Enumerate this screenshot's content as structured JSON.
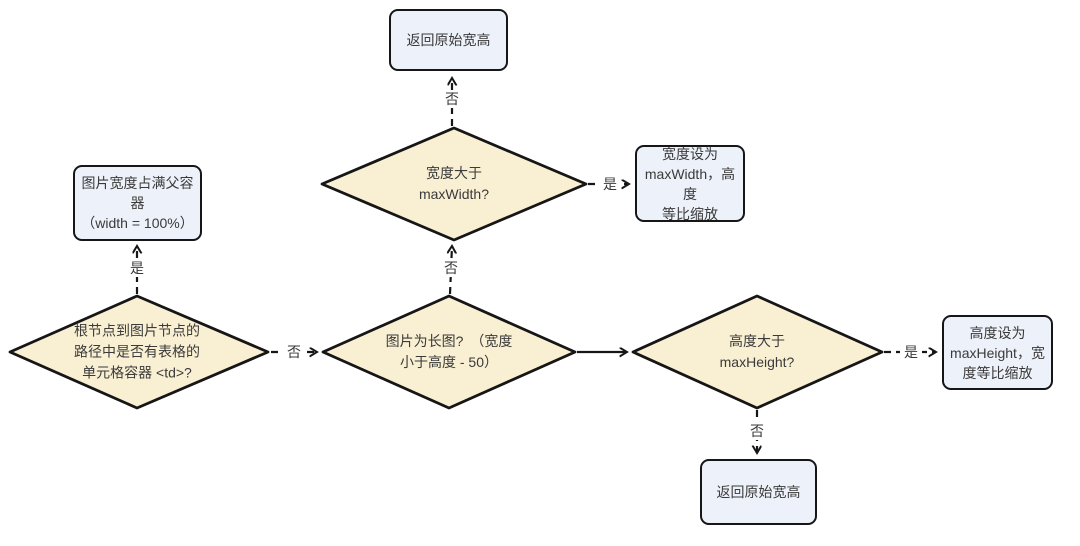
{
  "diagram": {
    "nodes": {
      "top_rect": {
        "type": "process",
        "label": "返回原始宽高"
      },
      "top_diamond": {
        "type": "decision",
        "label": "宽度大于\nmaxWidth?"
      },
      "top_right_rect": {
        "type": "process",
        "label": "宽度设为\nmaxWidth，高度\n等比缩放"
      },
      "left_rect": {
        "type": "process",
        "label": "图片宽度占满父容器\n（width = 100%）"
      },
      "left_diamond": {
        "type": "decision",
        "label": "根节点到图片节点的\n路径中是否有表格的\n单元格容器 <td>?"
      },
      "mid_diamond": {
        "type": "decision",
        "label": "图片为长图?　（宽度\n小于高度 - 50）"
      },
      "right_diamond": {
        "type": "decision",
        "label": "高度大于\nmaxHeight?"
      },
      "right_rect": {
        "type": "process",
        "label": "高度设为\nmaxHeight，宽\n度等比缩放"
      },
      "bottom_rect": {
        "type": "process",
        "label": "返回原始宽高"
      }
    },
    "edge_labels": {
      "left_diamond_yes": "是",
      "left_diamond_no": "否",
      "mid_diamond_no": "否",
      "top_diamond_no": "否",
      "top_diamond_yes": "是",
      "right_diamond_yes": "是",
      "right_diamond_no": "否"
    },
    "colors": {
      "decision_fill": "#f9efd3",
      "process_fill": "#edf1f9",
      "stroke": "#161616",
      "text": "#3a3a3a"
    }
  }
}
